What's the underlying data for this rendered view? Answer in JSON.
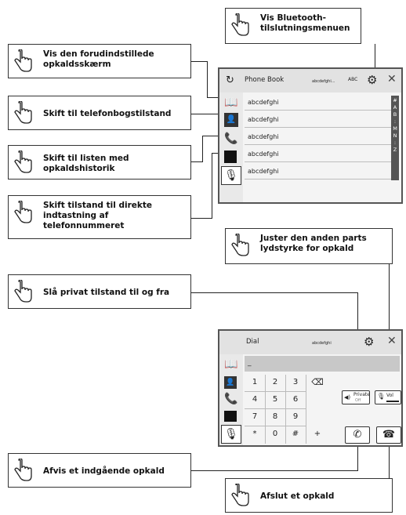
{
  "callouts": {
    "bluetooth_menu": "Vis Bluetooth-tilslutningsmenuen",
    "preset_screen": "Vis den forudindstillede opkaldsskærm",
    "phonebook_mode": "Skift til telefonbogstilstand",
    "call_history": "Skift til listen med opkaldshistorik",
    "direct_entry": "Skift tilstand til direkte indtastning af telefonnummeret",
    "other_volume": "Juster den anden parts lydstyrke for opkald",
    "privacy_mode": "Slå privat tilstand til og fra",
    "reject_call": "Afvis et indgående opkald",
    "end_call": "Afslut et opkald"
  },
  "phonebook_screen": {
    "title": "Phone Book",
    "status_name": "abcdefghi...",
    "abc_label": "ABC",
    "rows": [
      "abcdefghi",
      "abcdefghi",
      "abcdefghi",
      "abcdefghi",
      "abcdefghi"
    ],
    "alphabet_index": [
      "#",
      "A",
      "B",
      ":",
      "M",
      "N",
      ":",
      "Z"
    ]
  },
  "dial_screen": {
    "title": "Dial",
    "status_name": "abcdefghi",
    "input_value": "_",
    "keys": [
      "1",
      "2",
      "3",
      "4",
      "5",
      "6",
      "7",
      "8",
      "9",
      "*",
      "0",
      "#",
      "+"
    ],
    "private_label": "Private",
    "private_state": "Off",
    "vol_label": "Vol"
  },
  "icons": {
    "hand": "pointing-hand-icon",
    "gear": "gear-icon",
    "close": "close-icon",
    "refresh": "refresh-icon",
    "phonebook": "phonebook-icon",
    "preset": "preset-icon",
    "history": "call-history-icon",
    "keypad": "keypad-icon",
    "voice": "voice-recognition-icon",
    "backspace": "backspace-icon",
    "call": "call-icon",
    "hangup": "hangup-icon"
  }
}
